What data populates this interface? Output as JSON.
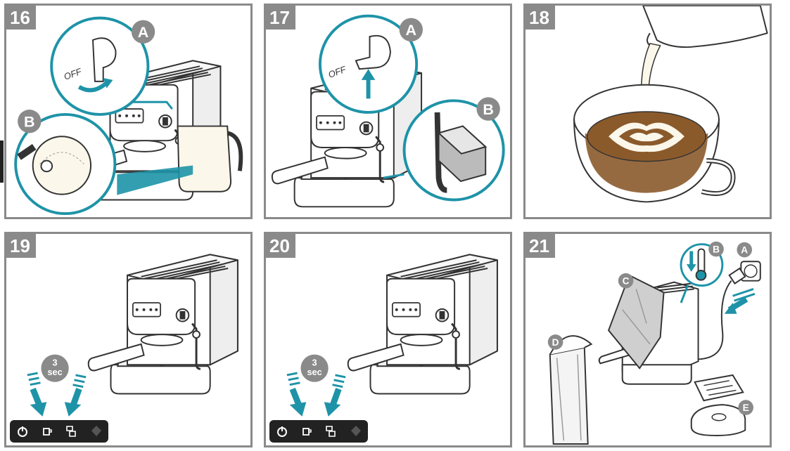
{
  "colors": {
    "frame": "#8a8a8a",
    "accent": "#1e93a8",
    "coffee": "#8b5a2b",
    "milk": "#fbf7ea",
    "control_bar": "#222222"
  },
  "panels": [
    {
      "number": "16",
      "callouts": [
        "A",
        "B"
      ],
      "off_label": "OFF"
    },
    {
      "number": "17",
      "callouts": [
        "A",
        "B"
      ],
      "off_label": "OFF"
    },
    {
      "number": "18"
    },
    {
      "number": "19",
      "timer_value": "3",
      "timer_unit": "sec"
    },
    {
      "number": "20",
      "timer_value": "3",
      "timer_unit": "sec"
    },
    {
      "number": "21",
      "callouts": [
        "A",
        "B",
        "C",
        "D",
        "E"
      ]
    }
  ],
  "control_bar_icons": [
    "power-icon",
    "single-cup-icon",
    "double-cup-icon",
    "steam-icon"
  ]
}
